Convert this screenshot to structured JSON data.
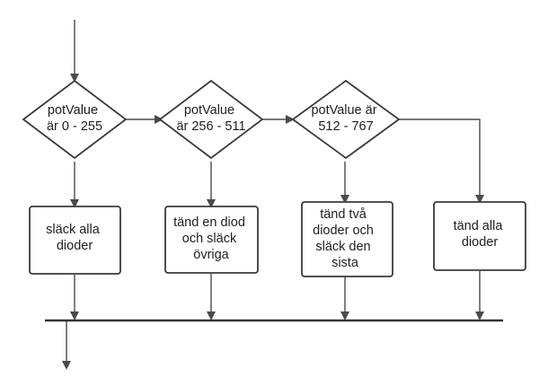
{
  "diagram": {
    "decisions": [
      {
        "id": "d1",
        "lines": [
          "potValue",
          "är 0 - 255"
        ]
      },
      {
        "id": "d2",
        "lines": [
          "potValue",
          "är 256 - 511"
        ]
      },
      {
        "id": "d3",
        "lines": [
          "potValue är",
          "512 - 767"
        ]
      }
    ],
    "actions": [
      {
        "id": "a1",
        "lines": [
          "släck alla",
          "dioder"
        ]
      },
      {
        "id": "a2",
        "lines": [
          "tänd en diod",
          "och släck",
          "övriga"
        ]
      },
      {
        "id": "a3",
        "lines": [
          "tänd två",
          "dioder och",
          "släck den",
          "sista"
        ]
      },
      {
        "id": "a4",
        "lines": [
          "tänd alla",
          "dioder"
        ]
      }
    ]
  }
}
